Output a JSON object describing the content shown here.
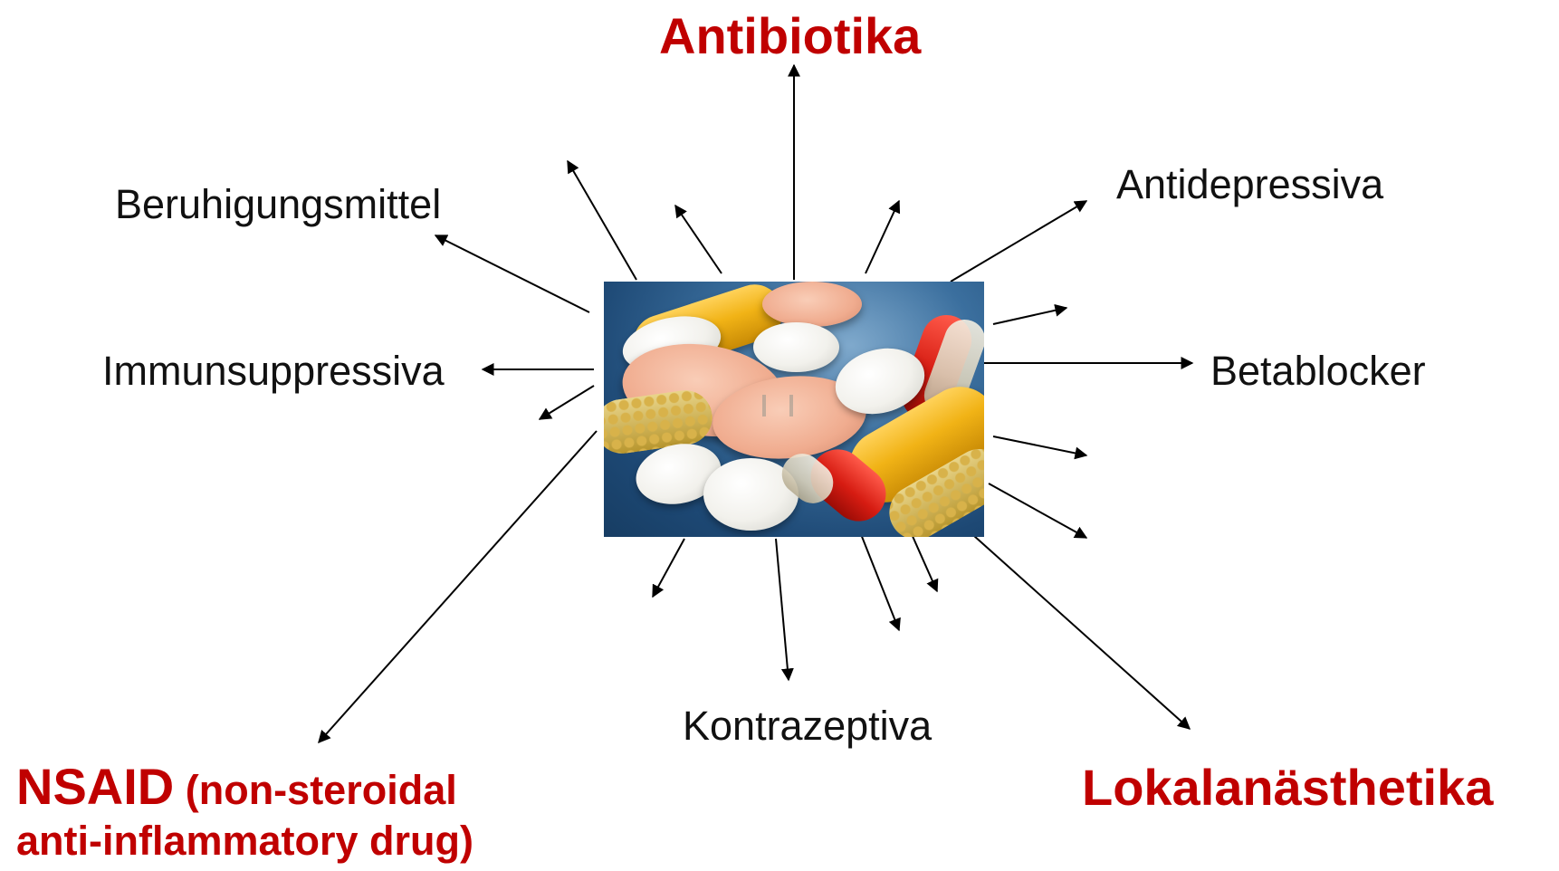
{
  "diagram": {
    "center_image": {
      "alt": "pills and capsules",
      "icon": "pills-photo"
    },
    "labels": {
      "antibiotika": "Antibiotika",
      "beruhigungsmittel": "Beruhigungsmittel",
      "antidepressiva": "Antidepressiva",
      "immunsuppressiva": "Immunsuppressiva",
      "betablocker": "Betablocker",
      "kontrazeptiva": "Kontrazeptiva",
      "nsaid_main": "NSAID",
      "nsaid_sub_line1": " (non-steroidal",
      "nsaid_sub_line2": "anti-inflammatory drug)",
      "lokalanaesthetika": "Lokalanästhetika"
    },
    "colors": {
      "highlight": "#c00000",
      "text": "#111111",
      "arrow": "#000000"
    }
  }
}
